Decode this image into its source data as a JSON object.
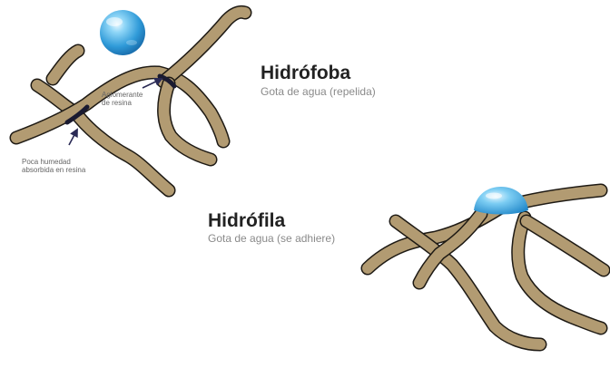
{
  "hydrophobic": {
    "title": "Hidrófoba",
    "subtitle": "Gota de agua (repelida)",
    "label_binder_line1": "Aglomerante",
    "label_binder_line2": "de resina",
    "label_moisture_line1": "Poca humedad",
    "label_moisture_line2": "absorbida en resina"
  },
  "hydrophilic": {
    "title": "Hidrófila",
    "subtitle": "Gota de agua (se adhiere)"
  },
  "colors": {
    "fiber_fill": "#b29b72",
    "fiber_outline": "#1e1a14",
    "water_drop": "#3aa7e0",
    "binder": "#1a1a30",
    "title_text": "#222222",
    "subtitle_text": "#8a8a8a"
  }
}
